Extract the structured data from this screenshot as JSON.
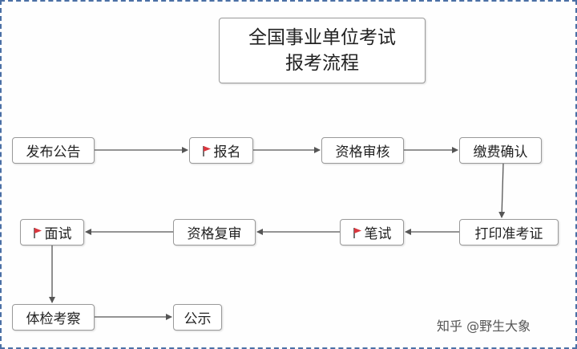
{
  "title": {
    "line1": "全国事业单位考试",
    "line2": "报考流程"
  },
  "steps": {
    "publish": "发布公告",
    "register": "报名",
    "review": "资格审核",
    "payment": "缴费确认",
    "print_ticket": "打印准考证",
    "written_exam": "笔试",
    "recheck": "资格复审",
    "interview": "面试",
    "physical": "体检考察",
    "publicity": "公示"
  },
  "colors": {
    "flag": "#d9363e",
    "arrow": "#555555"
  },
  "watermark": "知乎 @野生大象"
}
